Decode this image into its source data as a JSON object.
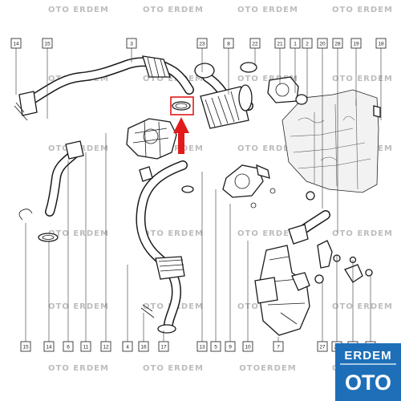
{
  "watermark": {
    "text": "OTO ERDEM",
    "alt_text": "OTOERDEM"
  },
  "callouts_top": [
    "14",
    "15",
    "3",
    "23",
    "8",
    "22",
    "21",
    "1",
    "2",
    "20",
    "28",
    "19",
    "18"
  ],
  "callouts_bottom": [
    "15",
    "14",
    "6",
    "11",
    "12",
    "4",
    "16",
    "17",
    "13",
    "5",
    "9",
    "10",
    "7",
    "27",
    "26",
    "25",
    "24"
  ],
  "logo": {
    "top": "ERDEM",
    "bottom": "OTO",
    "color": "#1e6fb8"
  },
  "highlight": {
    "color": "#e11b1b"
  }
}
